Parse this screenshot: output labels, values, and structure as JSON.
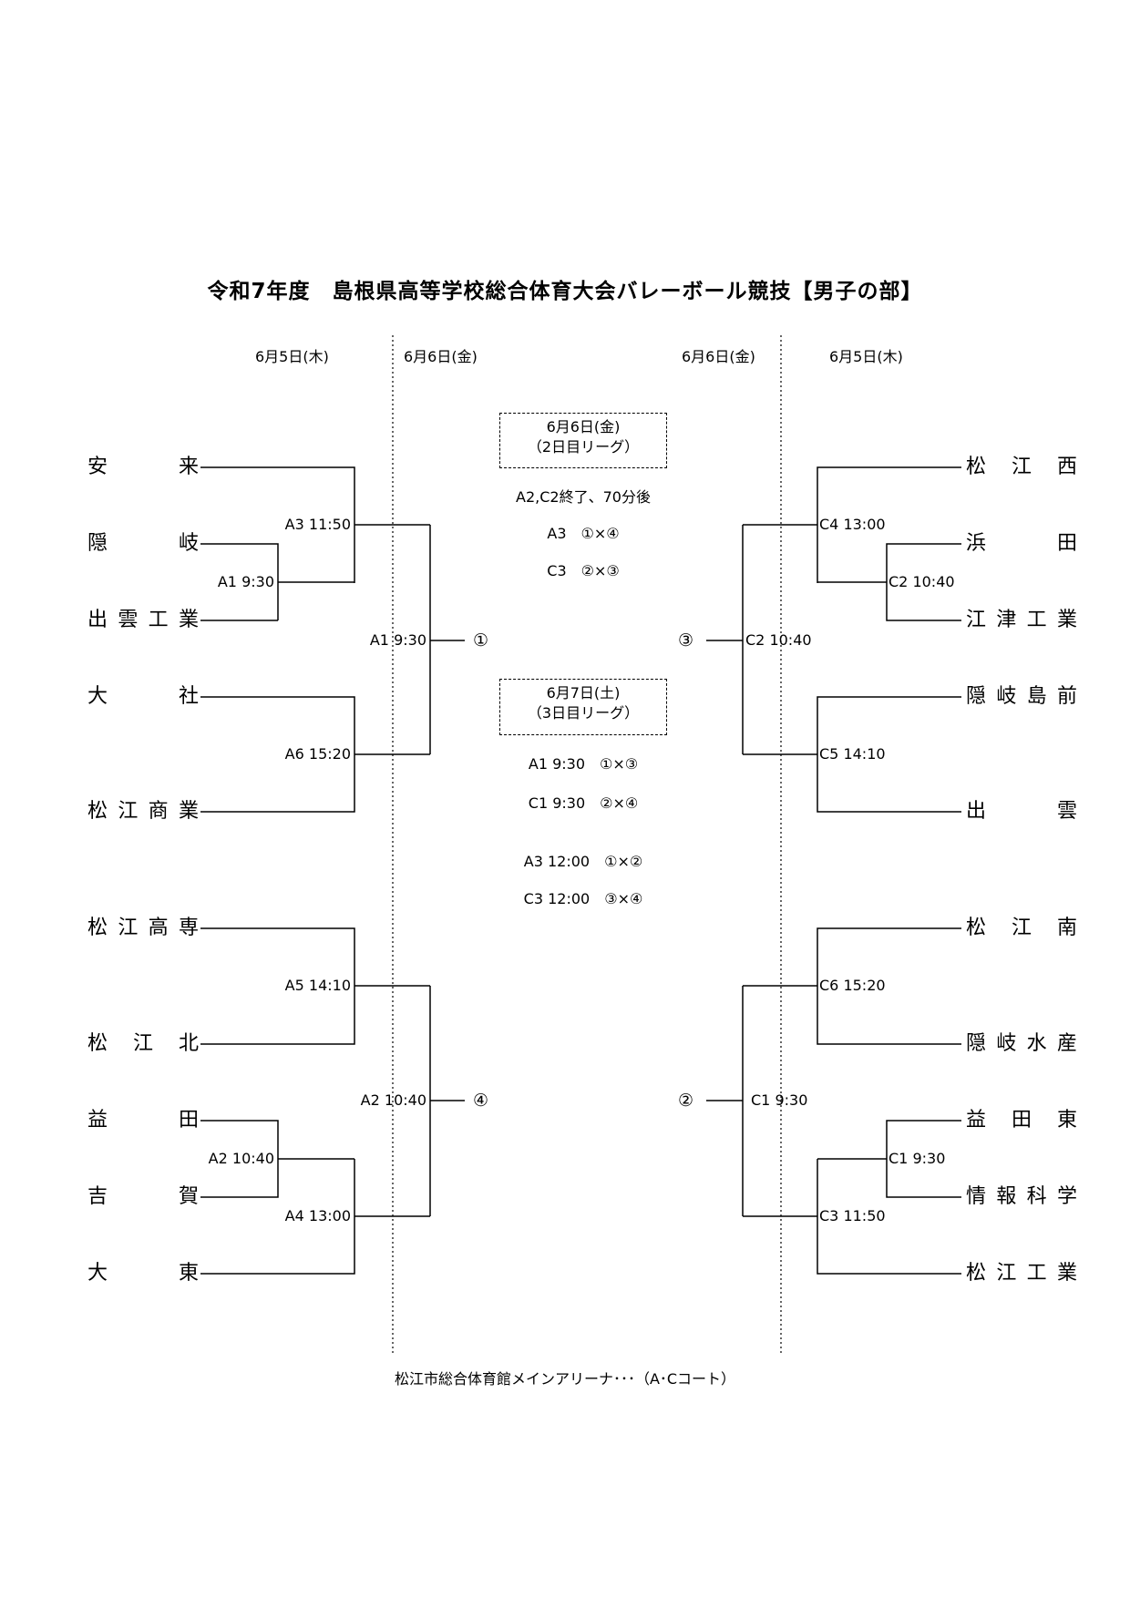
{
  "title": "令和7年度　島根県高等学校総合体育大会バレーボール競技【男子の部】",
  "dates": {
    "left_day1": "6月5日(木)",
    "left_day2": "6月6日(金)",
    "right_day2": "6月6日(金)",
    "right_day1": "6月5日(木)"
  },
  "left_teams": [
    [
      "安",
      "来"
    ],
    [
      "隠",
      "岐"
    ],
    [
      "出",
      "雲",
      "工",
      "業"
    ],
    [
      "大",
      "社"
    ],
    [
      "松",
      "江",
      "商",
      "業"
    ],
    [
      "松",
      "江",
      "高",
      "専"
    ],
    [
      "松",
      "江",
      "北"
    ],
    [
      "益",
      "田"
    ],
    [
      "吉",
      "賀"
    ],
    [
      "大",
      "東"
    ]
  ],
  "right_teams": [
    [
      "松",
      "江",
      "西"
    ],
    [
      "浜",
      "田"
    ],
    [
      "江",
      "津",
      "工",
      "業"
    ],
    [
      "隠",
      "岐",
      "島",
      "前"
    ],
    [
      "出",
      "雲"
    ],
    [
      "松",
      "江",
      "南"
    ],
    [
      "隠",
      "岐",
      "水",
      "産"
    ],
    [
      "益",
      "田",
      "東"
    ],
    [
      "情",
      "報",
      "科",
      "学"
    ],
    [
      "松",
      "江",
      "工",
      "業"
    ]
  ],
  "left_matches": {
    "a1_r1": "A1 9:30",
    "a3": "A3 11:50",
    "a6": "A6 15:20",
    "a1_final": "A1 9:30",
    "a5": "A5 14:10",
    "a2_r1": "A2 10:40",
    "a4": "A4 13:00",
    "a2_final": "A2 10:40"
  },
  "right_matches": {
    "c2_r1": "C2 10:40",
    "c4": "C4 13:00",
    "c5": "C5 14:10",
    "c2_final": "C2 10:40",
    "c6": "C6 15:20",
    "c1_r1": "C1 9:30",
    "c3": "C3 11:50",
    "c1_final": "C1 9:30"
  },
  "seeds": {
    "left_top": "①",
    "left_bottom": "④",
    "right_top": "③",
    "right_bottom": "②"
  },
  "day2_box": {
    "line1": "6月6日(金)",
    "line2": "（2日目リーグ）"
  },
  "day2_schedule": [
    "A2,C2終了、70分後",
    "A3　①×④",
    "C3　②×③"
  ],
  "day3_box": {
    "line1": "6月7日(土)",
    "line2": "（3日目リーグ）"
  },
  "day3_schedule": [
    "A1 9:30　①×③",
    "C1 9:30　②×④",
    "A3 12:00　①×②",
    "C3 12:00　③×④"
  ],
  "venue": "松江市総合体育館メインアリーナ･･･（A･Cコート）"
}
